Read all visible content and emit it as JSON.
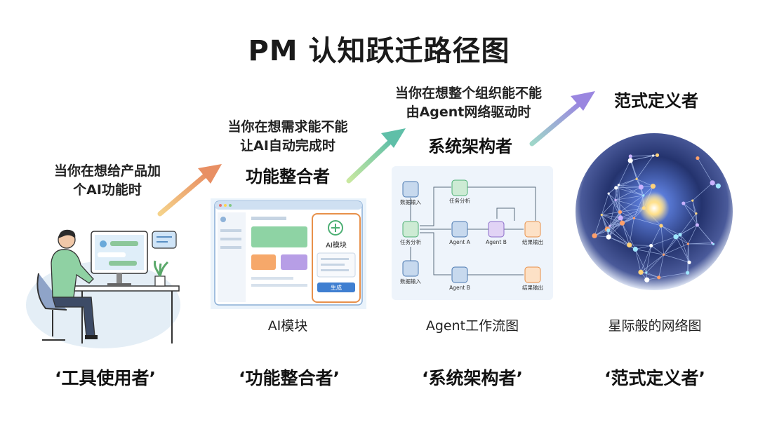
{
  "title": "PM 认知跃迁路径图",
  "stages": [
    {
      "question": [
        "当你在想给产品加",
        "个AI功能时"
      ],
      "bottom_label": "‘工具使用者’"
    },
    {
      "question": [
        "当你在想需求能不能",
        "让AI自动完成时"
      ],
      "role": "功能整合者",
      "caption": "AI模块",
      "bottom_label": "‘功能整合者’"
    },
    {
      "question": [
        "当你在想整个组织能不能",
        "由Agent网络驱动时"
      ],
      "role": "系统架构者",
      "caption": "Agent工作流图",
      "bottom_label": "‘系统架构者’"
    },
    {
      "role": "范式定义者",
      "caption": "星际般的网络图",
      "bottom_label": "‘范式定义者’"
    }
  ],
  "ai_module": {
    "panel_title": "AI模块",
    "button": "生成"
  },
  "workflow": {
    "nodes": [
      "数据输入",
      "任务分析",
      "任务分析",
      "Agent A",
      "Agent B",
      "结果输出",
      "数据输入",
      "Agent B",
      "结果输出"
    ]
  },
  "colors": {
    "arrow1": "#e9a06a",
    "arrow2": "#6cc4a6",
    "arrow3": "#9a8ae0",
    "accent_orange": "#e8904a",
    "accent_green": "#7ccf9c",
    "accent_purple": "#b69ee6"
  }
}
